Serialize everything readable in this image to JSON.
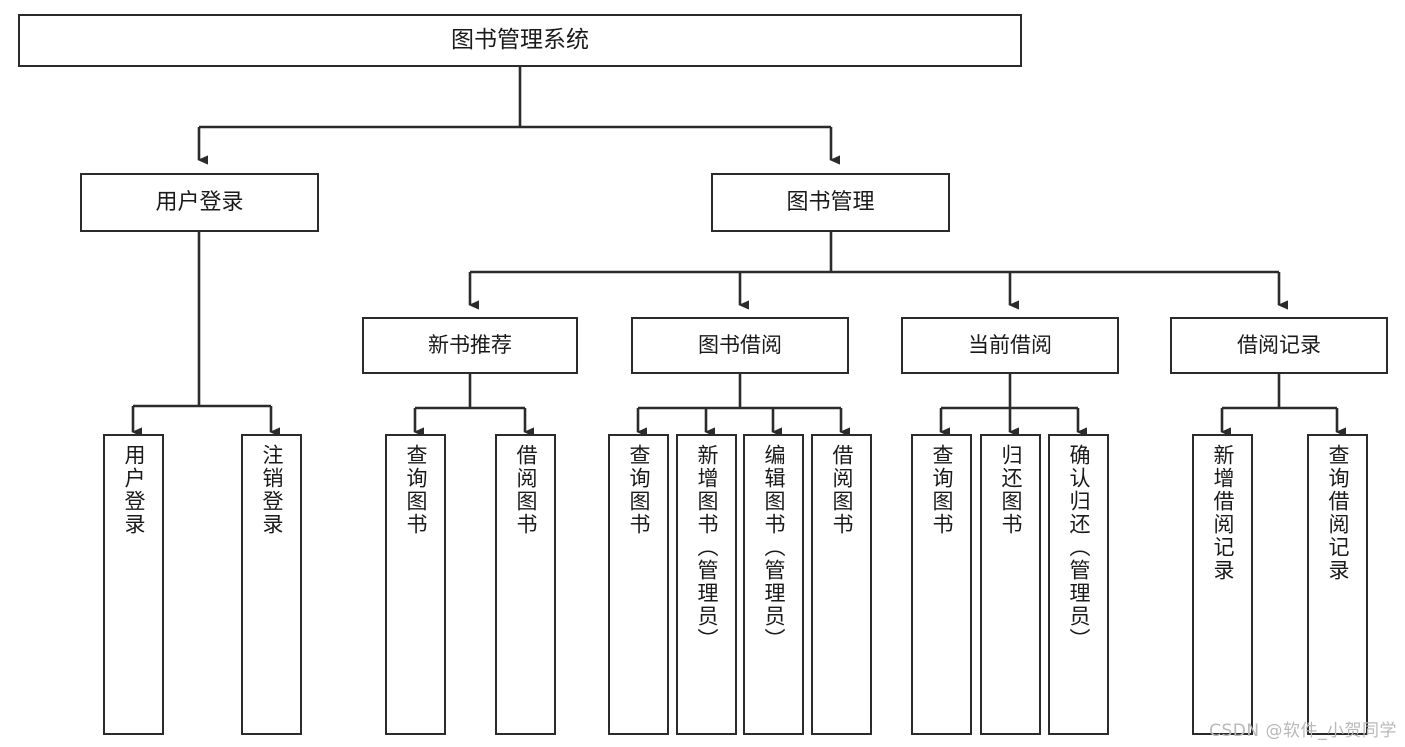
{
  "diagram": {
    "title": "图书管理系统",
    "watermark": "CSDN @软件_小贺同学",
    "nodes": {
      "root": {
        "label": "图书管理系统"
      },
      "level2": [
        {
          "label": "用户登录"
        },
        {
          "label": "图书管理"
        }
      ],
      "level3": [
        {
          "label": "新书推荐"
        },
        {
          "label": "图书借阅"
        },
        {
          "label": "当前借阅"
        },
        {
          "label": "借阅记录"
        }
      ],
      "leaves": {
        "user_login": [
          {
            "label": "用户登录"
          },
          {
            "label": "注销登录"
          }
        ],
        "new_book_recommend": [
          {
            "label": "查询图书"
          },
          {
            "label": "借阅图书"
          }
        ],
        "book_borrow": [
          {
            "label": "查询图书"
          },
          {
            "label": "新增图书（管理员）"
          },
          {
            "label": "编辑图书（管理员）"
          },
          {
            "label": "借阅图书"
          }
        ],
        "current_borrow": [
          {
            "label": "查询图书"
          },
          {
            "label": "归还图书"
          },
          {
            "label": "确认归还（管理员）"
          }
        ],
        "borrow_record": [
          {
            "label": "新增借阅记录"
          },
          {
            "label": "查询借阅记录"
          }
        ]
      }
    },
    "colors": {
      "stroke": "#2b2b2b",
      "fill": "#ffffff",
      "text": "#1a1a1a",
      "watermark": "#b9b9b9"
    }
  }
}
